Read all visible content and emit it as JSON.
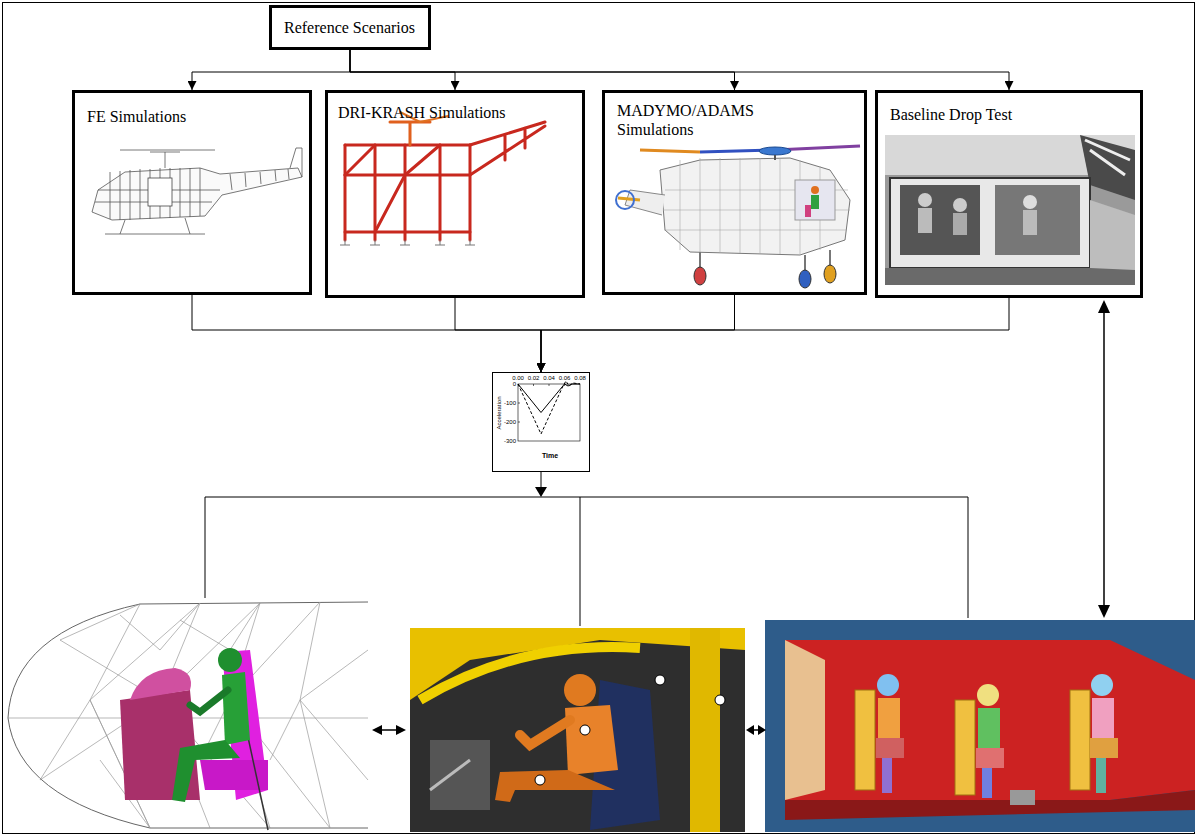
{
  "diagram": {
    "nodes": [
      {
        "text": [
          "Reference Scenarios"
        ]
      },
      {
        "text": [
          "FE Simulations"
        ]
      },
      {
        "text": [
          "DRI-KRASH Simulations"
        ]
      },
      {
        "text": [
          "MADYMO/ADAMS Simulations"
        ]
      },
      {
        "text": [
          "Baseline Drop Test"
        ]
      },
      {
        "text": [
          "Acceleration",
          "Time"
        ]
      }
    ],
    "edges": [
      {
        "from": 0,
        "to": 1,
        "arrow": "to"
      },
      {
        "from": 0,
        "to": 2,
        "arrow": "to"
      },
      {
        "from": 0,
        "to": 3,
        "arrow": "to"
      },
      {
        "from": 0,
        "to": 4,
        "arrow": "to"
      },
      {
        "from": 1,
        "to": 5,
        "arrow": "to"
      },
      {
        "from": 2,
        "to": 5,
        "arrow": "to"
      },
      {
        "from": 3,
        "to": 5,
        "arrow": "to"
      },
      {
        "from": 4,
        "to": 5,
        "arrow": "to"
      }
    ],
    "labels": [
      "0.00",
      "0.02",
      "0.04",
      "0.06",
      "0.08",
      "0",
      "-100",
      "-200",
      "-300"
    ]
  }
}
